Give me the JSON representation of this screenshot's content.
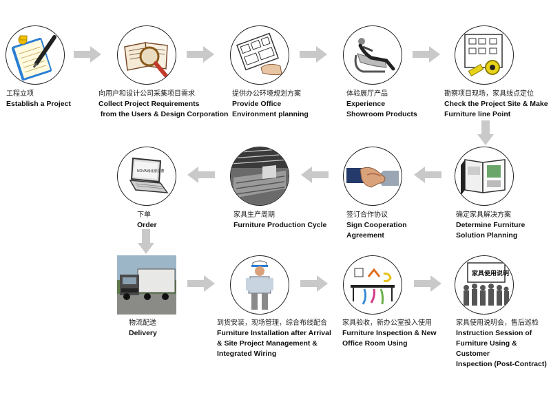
{
  "steps": [
    {
      "zh": "工程立项",
      "en1": "Establish a Project",
      "en2": "",
      "en3": ""
    },
    {
      "zh": "向用户和设计公司采集项目需求",
      "en1": "Collect Project Requirements",
      "en2": " from the Users & Design Corporation",
      "en3": ""
    },
    {
      "zh": "提供办公环境规划方案",
      "en1": "Provide Office",
      "en2": "Environment planning",
      "en3": ""
    },
    {
      "zh": "体验展厅产品",
      "en1": "Experience",
      "en2": "Showroom Products",
      "en3": ""
    },
    {
      "zh": "勘察项目现场，家具线点定位",
      "en1": "Check the Project Site & Make",
      "en2": "Furniture line Point",
      "en3": ""
    },
    {
      "zh": "确定家具解决方案",
      "en1": "Determine Furniture",
      "en2": "Solution Planning",
      "en3": ""
    },
    {
      "zh": "签订合作协议",
      "en1": "Sign Cooperation",
      "en2": "Agreement",
      "en3": ""
    },
    {
      "zh": "家具生产周期",
      "en1": "Furniture Production Cycle",
      "en2": "",
      "en3": ""
    },
    {
      "zh": "下单",
      "en1": "Order",
      "en2": "",
      "en3": ""
    },
    {
      "zh": "物流配送",
      "en1": "Delivery",
      "en2": "",
      "en3": ""
    },
    {
      "zh": "到货安装，现场管理，综合布线配合",
      "en1": "Furniture Installation after Arrival",
      "en2": "& Site Project Management &",
      "en3": "Integrated Wiring"
    },
    {
      "zh": "家具验收，新办公室投入使用",
      "en1": "Furniture Inspection & New",
      "en2": "Office Room Using",
      "en3": ""
    },
    {
      "zh": "家具使用说明会，售后巡检",
      "en1": "Instruction Session of",
      "en2": "Furniture Using & Customer",
      "en3": "Inspection (Post-Contract)"
    }
  ],
  "sign_text": "家具使用说明",
  "laptop_screen_text": "NOVAM|北京汇德",
  "colors": {
    "arrow": "#c9c9c9",
    "pen_yellow": "#f2c200",
    "clip_blue": "#2a7fd4",
    "tape_yellow": "#e8d31a"
  }
}
